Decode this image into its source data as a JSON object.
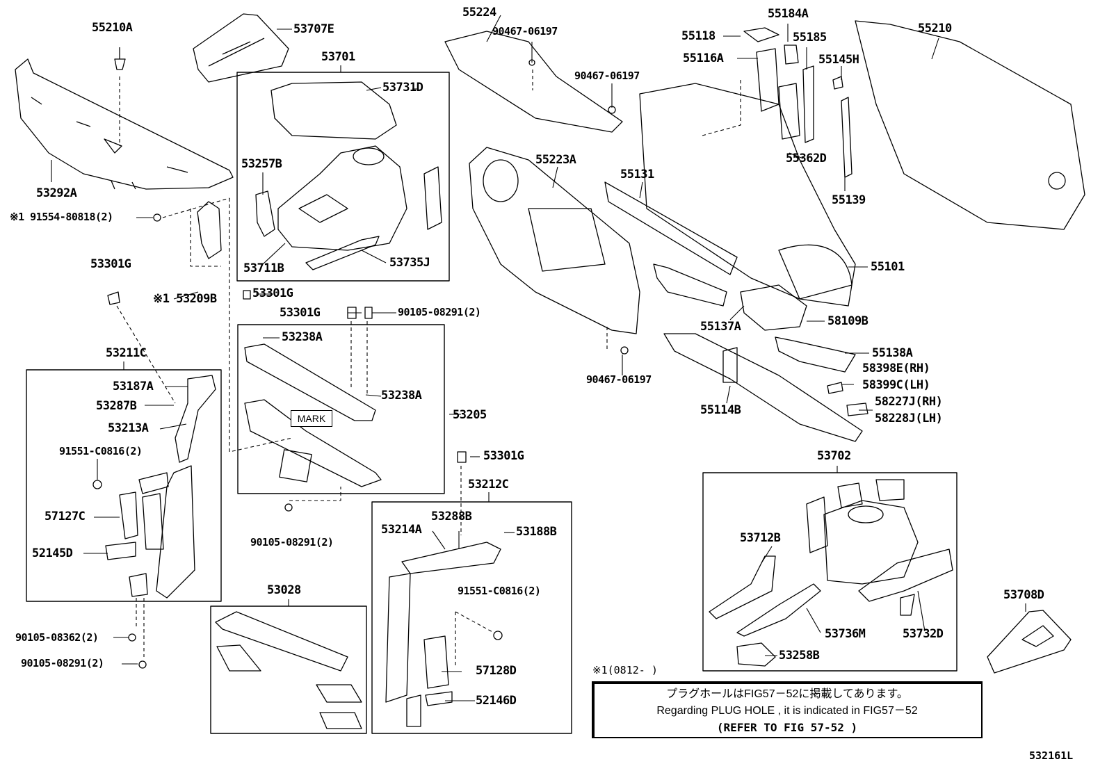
{
  "labels": {
    "p55210A": "55210A",
    "p53707E": "53707E",
    "p53701": "53701",
    "p53731D": "53731D",
    "p53292A": "53292A",
    "p91554": "※1 91554-80818(2)",
    "p53257B": "53257B",
    "p53711B": "53711B",
    "p53735J": "53735J",
    "p53301G_a": "53301G",
    "p53209B": "※1 53209B",
    "p53301G_b": "53301G",
    "p53301G_c": "53301G",
    "p90105_08291_a": "90105-08291(2)",
    "p53238A_a": "53238A",
    "p53238A_b": "53238A",
    "p53205": "53205",
    "p53211C": "53211C",
    "p53187A": "53187A",
    "p53287B": "53287B",
    "p53213A": "53213A",
    "p91551_a": "91551-C0816(2)",
    "p57127C": "57127C",
    "p52145D": "52145D",
    "p90105_08362": "90105-08362(2)",
    "p90105_08291_b": "90105-08291(2)",
    "p90105_08291_c": "90105-08291(2)",
    "p53028": "53028",
    "p53301G_d": "53301G",
    "p53212C": "53212C",
    "p53214A": "53214A",
    "p53288B": "53288B",
    "p53188B": "53188B",
    "p91551_b": "91551-C0816(2)",
    "p57128D": "57128D",
    "p52146D": "52146D",
    "p55224": "55224",
    "p90467_a": "90467-06197",
    "p90467_b": "90467-06197",
    "p90467_c": "90467-06197",
    "p55223A": "55223A",
    "p55131": "55131",
    "p55118": "55118",
    "p55184A": "55184A",
    "p55185": "55185",
    "p55116A": "55116A",
    "p55145H": "55145H",
    "p55210": "55210",
    "p55362D": "55362D",
    "p55139": "55139",
    "p55101": "55101",
    "p55137A": "55137A",
    "p58109B": "58109B",
    "p55138A": "55138A",
    "p58398E": "58398E(RH)",
    "p58399C": "58399C(LH)",
    "p55114B": "55114B",
    "p58227J": "58227J(RH)",
    "p58228J": "58228J(LH)",
    "p53702": "53702",
    "p53712B": "53712B",
    "p53736M": "53736M",
    "p53732D": "53732D",
    "p53258B": "53258B",
    "p53708D": "53708D"
  },
  "mark_label": "MARK",
  "footnote": "※1(0812-    )",
  "note": {
    "jp": "プラグホールはFIG57－52に掲載してあります。",
    "en": "Regarding PLUG HOLE , it is indicated in FIG57－52",
    "ref": "(REFER TO FIG 57-52 )"
  },
  "figure_id": "532161L"
}
